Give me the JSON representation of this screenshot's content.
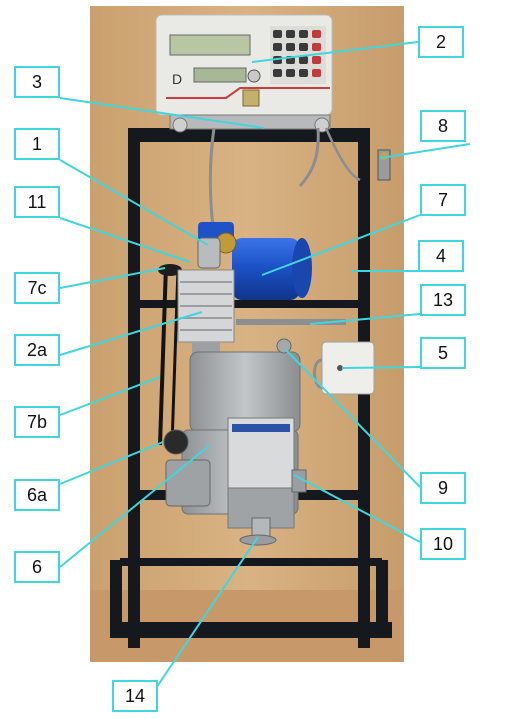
{
  "colors": {
    "leader": "#3fd7dd",
    "frame": "#15181c",
    "wall": "#d1aa79",
    "floor": "#c89a68",
    "steel": "#a6a9ab",
    "motor": "#1b4fc4"
  },
  "icons": [
    "keypad-icon",
    "lcd-display-icon",
    "electric-motor-icon"
  ],
  "callouts": [
    {
      "id": "c-2",
      "label": "2"
    },
    {
      "id": "c-3",
      "label": "3"
    },
    {
      "id": "c-8",
      "label": "8"
    },
    {
      "id": "c-1",
      "label": "1"
    },
    {
      "id": "c-11",
      "label": "11"
    },
    {
      "id": "c-7",
      "label": "7"
    },
    {
      "id": "c-4",
      "label": "4"
    },
    {
      "id": "c-7c",
      "label": "7c"
    },
    {
      "id": "c-13",
      "label": "13"
    },
    {
      "id": "c-2a",
      "label": "2a"
    },
    {
      "id": "c-5",
      "label": "5"
    },
    {
      "id": "c-7b",
      "label": "7b"
    },
    {
      "id": "c-9",
      "label": "9"
    },
    {
      "id": "c-6a",
      "label": "6a"
    },
    {
      "id": "c-10",
      "label": "10"
    },
    {
      "id": "c-6",
      "label": "6"
    },
    {
      "id": "c-14",
      "label": "14"
    }
  ]
}
